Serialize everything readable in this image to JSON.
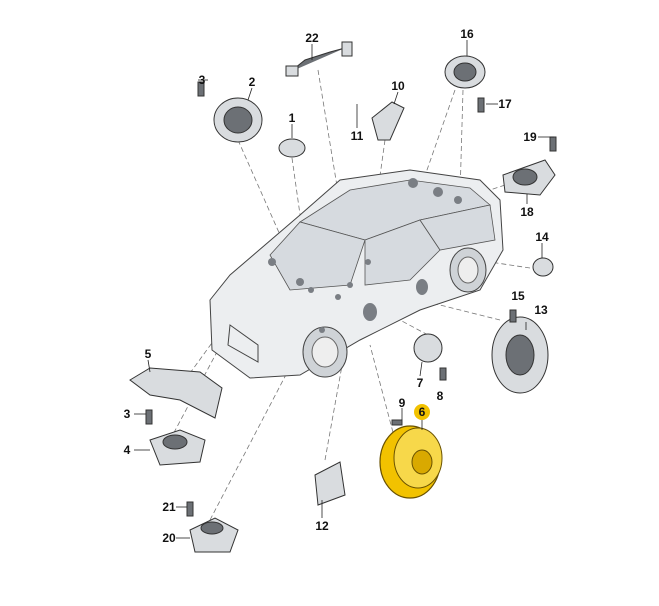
{
  "diagram": {
    "title": "Audio system speaker components",
    "callouts": [
      "22",
      "3",
      "2",
      "16",
      "10",
      "17",
      "1",
      "11",
      "19",
      "18",
      "14",
      "15",
      "13",
      "5",
      "7",
      "8",
      "9",
      "6",
      "3",
      "4",
      "12",
      "21",
      "20"
    ],
    "highlighted": "6",
    "highlight_color": "#f2c200"
  }
}
